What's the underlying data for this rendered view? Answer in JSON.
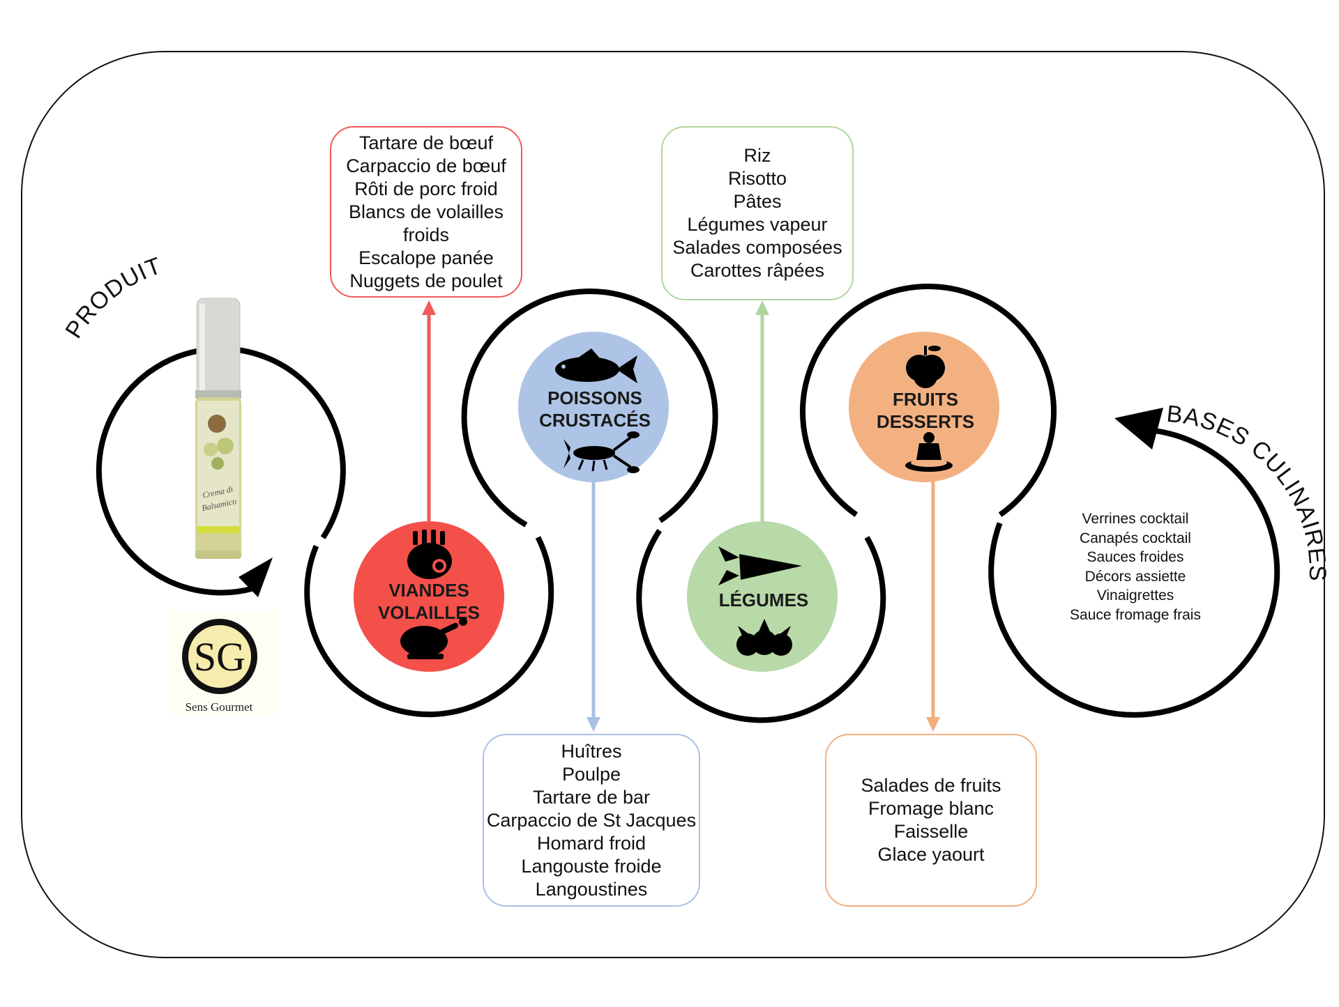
{
  "produit_label": "PRODUIT",
  "bases_label": "BASES CULINAIRES",
  "brand": {
    "monogram": "SG",
    "name": "Sens Gourmet"
  },
  "product": {
    "label_script_1": "Crema di",
    "label_script_2": "Balsamico"
  },
  "categories": [
    {
      "id": "viandes",
      "line1": "VIANDES",
      "line2": "VOLAILLES",
      "color": "#f4504a",
      "accent": "#f05a5a",
      "icons": [
        "meat-rack-icon",
        "roast-chicken-icon"
      ],
      "items": [
        "Tartare de bœuf",
        "Carpaccio de bœuf",
        "Rôti de porc froid",
        "Blancs de volailles",
        "froids",
        "Escalope panée",
        "Nuggets de poulet"
      ]
    },
    {
      "id": "poissons",
      "line1": "POISSONS",
      "line2": "CRUSTACÉS",
      "color": "#adc4e6",
      "accent": "#a8c0e4",
      "icons": [
        "fish-icon",
        "lobster-icon"
      ],
      "items": [
        "Huîtres",
        "Poulpe",
        "Tartare de bar",
        "Carpaccio de St Jacques",
        "Homard froid",
        "Langouste froide",
        "Langoustines"
      ]
    },
    {
      "id": "legumes",
      "line1": "LÉGUMES",
      "line2": "",
      "color": "#b8d9a8",
      "accent": "#b0d6a0",
      "icons": [
        "carrot-icon",
        "radish-icon"
      ],
      "items": [
        "Riz",
        "Risotto",
        "Pâtes",
        "Légumes vapeur",
        "Salades composées",
        "Carottes râpées"
      ]
    },
    {
      "id": "fruits",
      "line1": "FRUITS",
      "line2": "DESSERTS",
      "color": "#f3b182",
      "accent": "#f2ae7e",
      "icons": [
        "apple-icon",
        "dessert-icon"
      ],
      "items": [
        "Salades de fruits",
        "Fromage blanc",
        "Faisselle",
        "Glace yaourt"
      ]
    }
  ],
  "bases_items": [
    "Verrines cocktail",
    "Canapés cocktail",
    "Sauces froides",
    "Décors assiette",
    "Vinaigrettes",
    "Sauce fromage frais"
  ]
}
